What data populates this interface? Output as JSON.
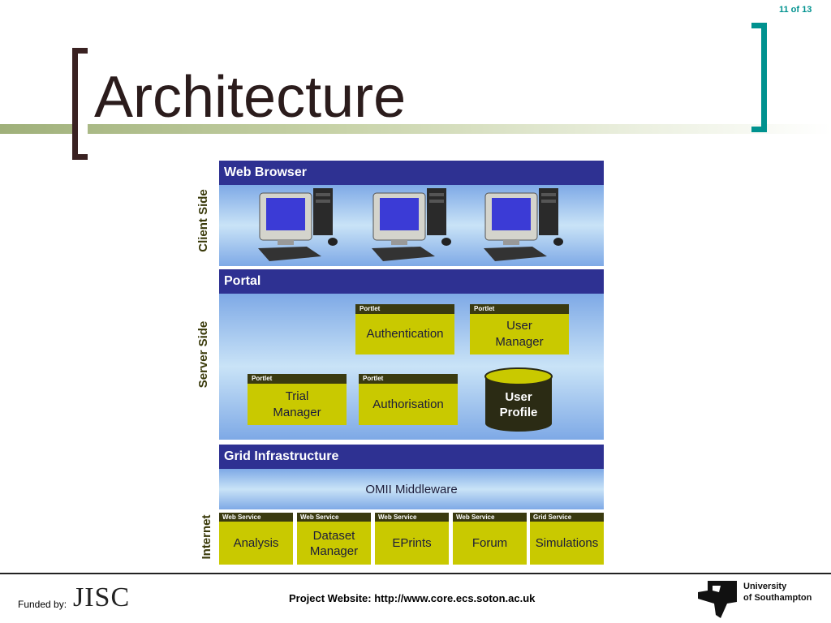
{
  "slide": {
    "number": "11 of 13",
    "title": "Architecture"
  },
  "side_labels": {
    "client": "Client Side",
    "server": "Server Side",
    "internet": "Internet"
  },
  "layers": {
    "web_browser": "Web Browser",
    "portal": "Portal",
    "grid": "Grid Infrastructure",
    "middleware": "OMII Middleware"
  },
  "portlets": [
    {
      "tag": "Portlet",
      "label": "Authentication"
    },
    {
      "tag": "Portlet",
      "label": "User\nManager"
    },
    {
      "tag": "Portlet",
      "label": "Trial\nManager"
    },
    {
      "tag": "Portlet",
      "label": "Authorisation"
    }
  ],
  "database": {
    "label": "User\nProfile"
  },
  "services": [
    {
      "tag": "Web Service",
      "label": "Analysis"
    },
    {
      "tag": "Web Service",
      "label": "Dataset\nManager"
    },
    {
      "tag": "Web Service",
      "label": "EPrints"
    },
    {
      "tag": "Web Service",
      "label": "Forum"
    },
    {
      "tag": "Grid Service",
      "label": "Simulations"
    }
  ],
  "footer": {
    "funded_by": "Funded by:",
    "jisc_logo": "JISC",
    "website": "Project Website: http://www.core.ecs.soton.ac.uk",
    "university": "University\nof Southampton"
  },
  "colors": {
    "band_head": "#2e3192",
    "box_fill": "#c9c900",
    "box_tag": "#3a3a10",
    "accent_teal": "#00928f",
    "title": "#2b1c1c"
  }
}
